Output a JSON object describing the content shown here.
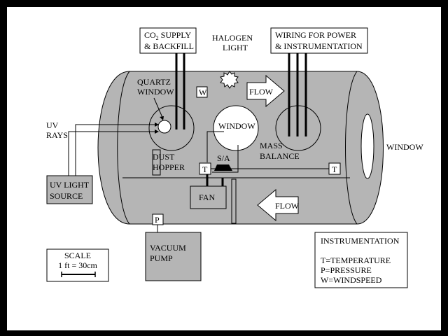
{
  "labels": {
    "co2_line1": "CO",
    "co2_sub": "2",
    "co2_line1b": " SUPPLY",
    "co2_line2": "& BACKFILL",
    "halogen_line1": "HALOGEN",
    "halogen_line2": "LIGHT",
    "wiring_line1": "WIRING FOR POWER",
    "wiring_line2": "& INSTRUMENTATION",
    "quartz_line1": "QUARTZ",
    "quartz_line2": "WINDOW",
    "w_sensor": "W",
    "flow_top": "FLOW",
    "flow_bottom": "FLOW",
    "uv_line1": "UV",
    "uv_line2": "RAYS",
    "window_center": "WINDOW",
    "window_right": "WINDOW",
    "mass_line1": "MASS",
    "mass_line2": "BALANCE",
    "dust_line1": "DUST",
    "dust_line2": "HOPPER",
    "t_left": "T",
    "t_right": "T",
    "sa": "S/A",
    "uv_source_line1": "UV LIGHT",
    "uv_source_line2": "SOURCE",
    "fan": "FAN",
    "p_sensor": "P",
    "vacuum_line1": "VACUUM",
    "vacuum_line2": "PUMP",
    "scale_line1": "SCALE",
    "scale_line2": "1 ft = 30cm",
    "instr_title": "INSTRUMENTATION",
    "instr_t": "T=TEMPERATURE",
    "instr_p": "P=PRESSURE",
    "instr_w": "W=WINDSPEED"
  },
  "colors": {
    "background": "#000000",
    "panel": "#ffffff",
    "chamber": "#b5b5b5",
    "line": "#000000"
  }
}
